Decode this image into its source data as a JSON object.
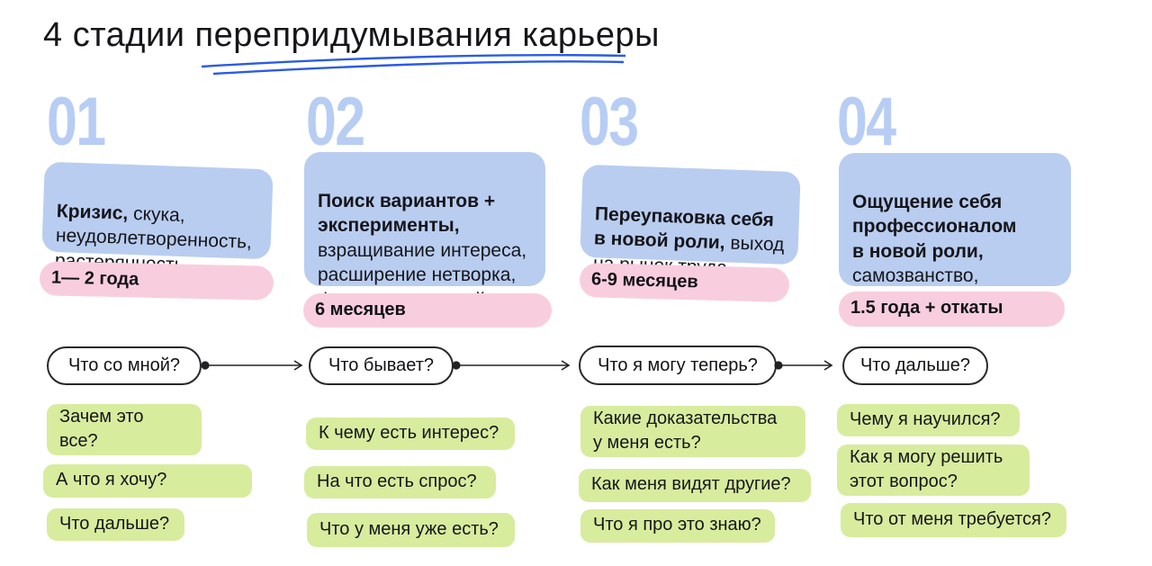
{
  "title": "4 стадии перепридумывания карьеры",
  "colors": {
    "blue_box": "#b9cdf0",
    "pink_box": "#f8cede",
    "green_box": "#d8ec9e",
    "stage_number": "#b7cdf4",
    "underline": "#2b5be6",
    "text": "#15151a",
    "arrow": "#222222"
  },
  "stages": [
    {
      "number": "01",
      "description_lead": "Кризис,",
      "description_rest": " скука,\nнеудовлетворенность,\nрастерянность",
      "duration": "1— 2 года",
      "question": "Что со мной?",
      "prompts": [
        "Зачем это\nвсе?",
        "А что я хочу?",
        "Что дальше?"
      ]
    },
    {
      "number": "02",
      "description_lead": "Поиск вариантов +\nэксперименты,",
      "description_rest": "\nвзращивание интереса,\nрасширение нетворка,\nформирование кейсов",
      "duration": "6 месяцев",
      "question": "Что бывает?",
      "prompts": [
        "К чему есть интерес?",
        "На что есть спрос?",
        "Что у меня уже есть?"
      ]
    },
    {
      "number": "03",
      "description_lead": "Переупаковка себя\nв новой роли,",
      "description_rest": " выход\nна рынок труда",
      "duration": "6-9 месяцев",
      "question": "Что я могу теперь?",
      "prompts": [
        "Какие доказательства\nу меня есть?",
        "Как меня видят другие?",
        "Что я про это знаю?"
      ]
    },
    {
      "number": "04",
      "description_lead": "Ощущение себя\nпрофессионалом\nв новой роли,",
      "description_rest": "\nсамозванство,\nсомнения",
      "duration": "1.5 года + откаты",
      "question": "Что дальше?",
      "prompts": [
        "Чему я научился?",
        "Как я могу решить\nэтот вопрос?",
        "Что от меня требуется?"
      ]
    }
  ]
}
